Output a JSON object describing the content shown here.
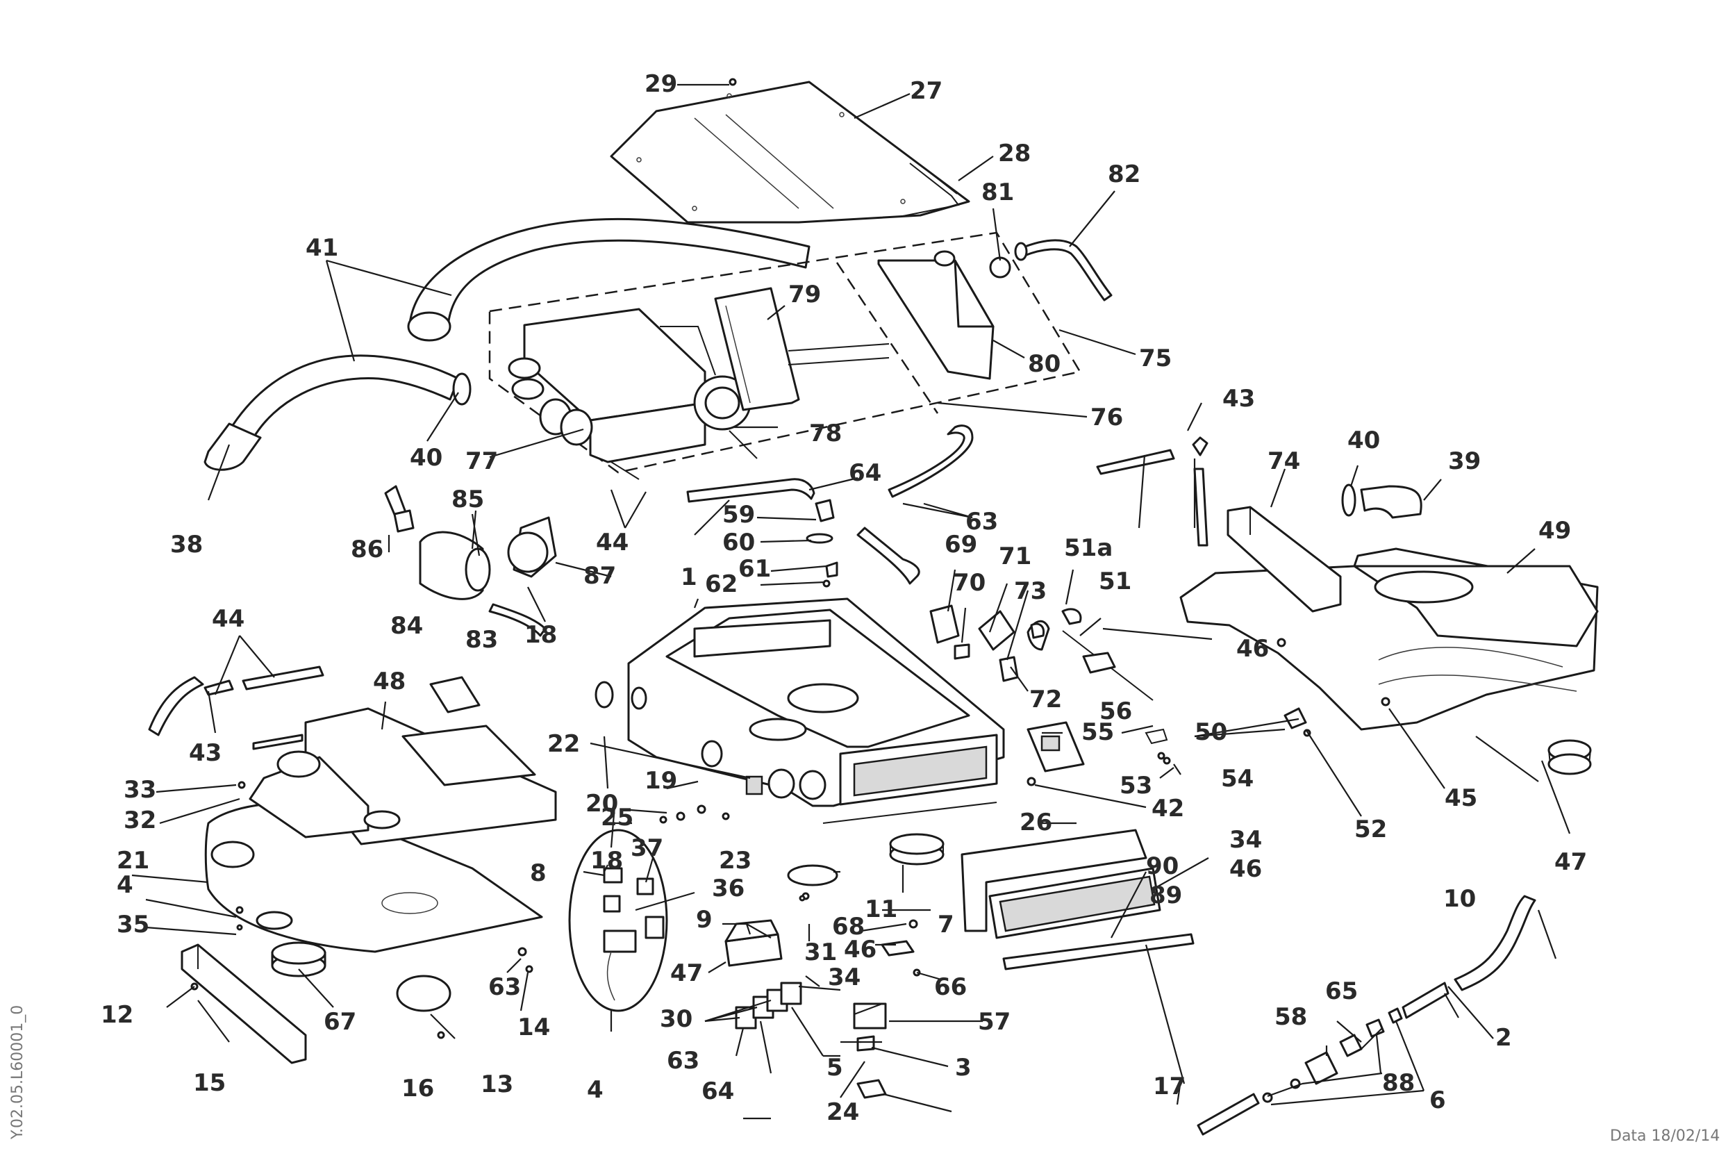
{
  "document_code": "Y.02.05.L60001_0",
  "date_stamp": "Data 18/02/14",
  "callouts": [
    "29",
    "27",
    "28",
    "82",
    "81",
    "41",
    "79",
    "75",
    "80",
    "40",
    "77",
    "78",
    "76",
    "44",
    "38",
    "64",
    "63",
    "43",
    "74",
    "40",
    "39",
    "59",
    "85",
    "86",
    "60",
    "87",
    "61",
    "1",
    "62",
    "69",
    "71",
    "51a",
    "51",
    "70",
    "73",
    "84",
    "18",
    "83",
    "49",
    "46",
    "72",
    "44",
    "43",
    "48",
    "22",
    "56",
    "55",
    "50",
    "33",
    "32",
    "19",
    "20",
    "53",
    "54",
    "42",
    "52",
    "45",
    "21",
    "18",
    "23",
    "25",
    "26",
    "34",
    "46",
    "47",
    "90",
    "89",
    "4",
    "35",
    "37",
    "8",
    "36",
    "68",
    "11",
    "7",
    "31",
    "10",
    "9",
    "46",
    "12",
    "47",
    "66",
    "63",
    "34",
    "14",
    "65",
    "2",
    "67",
    "30",
    "58",
    "57",
    "88",
    "15",
    "16",
    "13",
    "4",
    "63",
    "64",
    "5",
    "3",
    "17",
    "6",
    "24"
  ]
}
